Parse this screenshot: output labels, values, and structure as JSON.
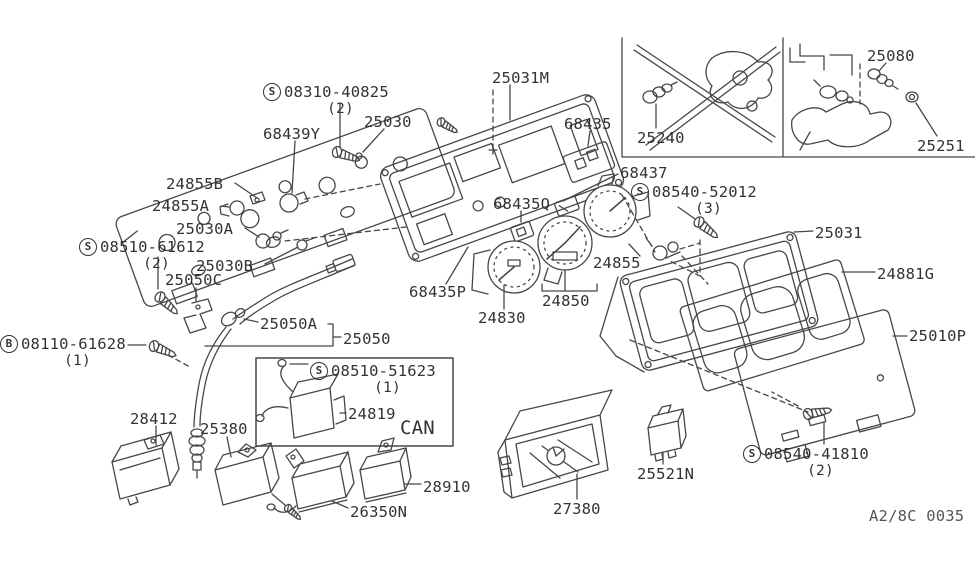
{
  "diagram": {
    "drawing_code": "A2/8C 0035",
    "line_color": "#474747",
    "text_color": "#333333",
    "parts": [
      {
        "prefix": "S",
        "id": "08310-40825",
        "qty": "(2)"
      },
      {
        "id": "68439Y"
      },
      {
        "id": "25030"
      },
      {
        "id": "25031M"
      },
      {
        "id": "68435"
      },
      {
        "id": "25240"
      },
      {
        "id": "25080"
      },
      {
        "id": "25251"
      },
      {
        "id": "68437"
      },
      {
        "prefix": "S",
        "id": "08540-52012",
        "qty": "(3)"
      },
      {
        "id": "68435Q"
      },
      {
        "id": "24855B"
      },
      {
        "id": "24855A"
      },
      {
        "id": "25030A"
      },
      {
        "prefix": "S",
        "id": "08510-61612",
        "qty": "(2)"
      },
      {
        "id": "25030B"
      },
      {
        "id": "25050C"
      },
      {
        "id": "24855"
      },
      {
        "id": "25031"
      },
      {
        "id": "24881G"
      },
      {
        "id": "68435P"
      },
      {
        "id": "24850"
      },
      {
        "id": "24830"
      },
      {
        "id": "25010P"
      },
      {
        "id": "25050A"
      },
      {
        "id": "25050"
      },
      {
        "prefix": "B",
        "id": "08110-61628",
        "qty": "(1)"
      },
      {
        "prefix": "S",
        "id": "08510-51623",
        "qty": "(1)"
      },
      {
        "id": "24819"
      },
      {
        "id": "CAN"
      },
      {
        "id": "28412"
      },
      {
        "id": "25380"
      },
      {
        "id": "28910"
      },
      {
        "id": "26350N"
      },
      {
        "id": "27380"
      },
      {
        "id": "25521N"
      },
      {
        "prefix": "S",
        "id": "08540-41810",
        "qty": "(2)"
      }
    ]
  }
}
